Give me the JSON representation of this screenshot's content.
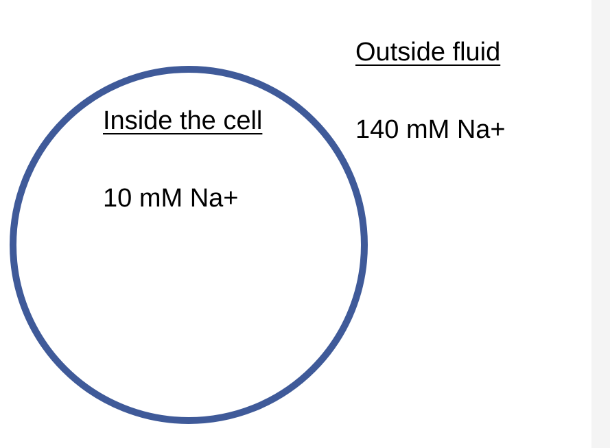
{
  "colors": {
    "membrane": "#3f5a99",
    "background": "#ffffff",
    "text": "#000000"
  },
  "inside": {
    "heading": "Inside the cell",
    "concentration": "10 mM Na+"
  },
  "outside": {
    "heading": "Outside fluid",
    "concentration": "140 mM Na+"
  }
}
